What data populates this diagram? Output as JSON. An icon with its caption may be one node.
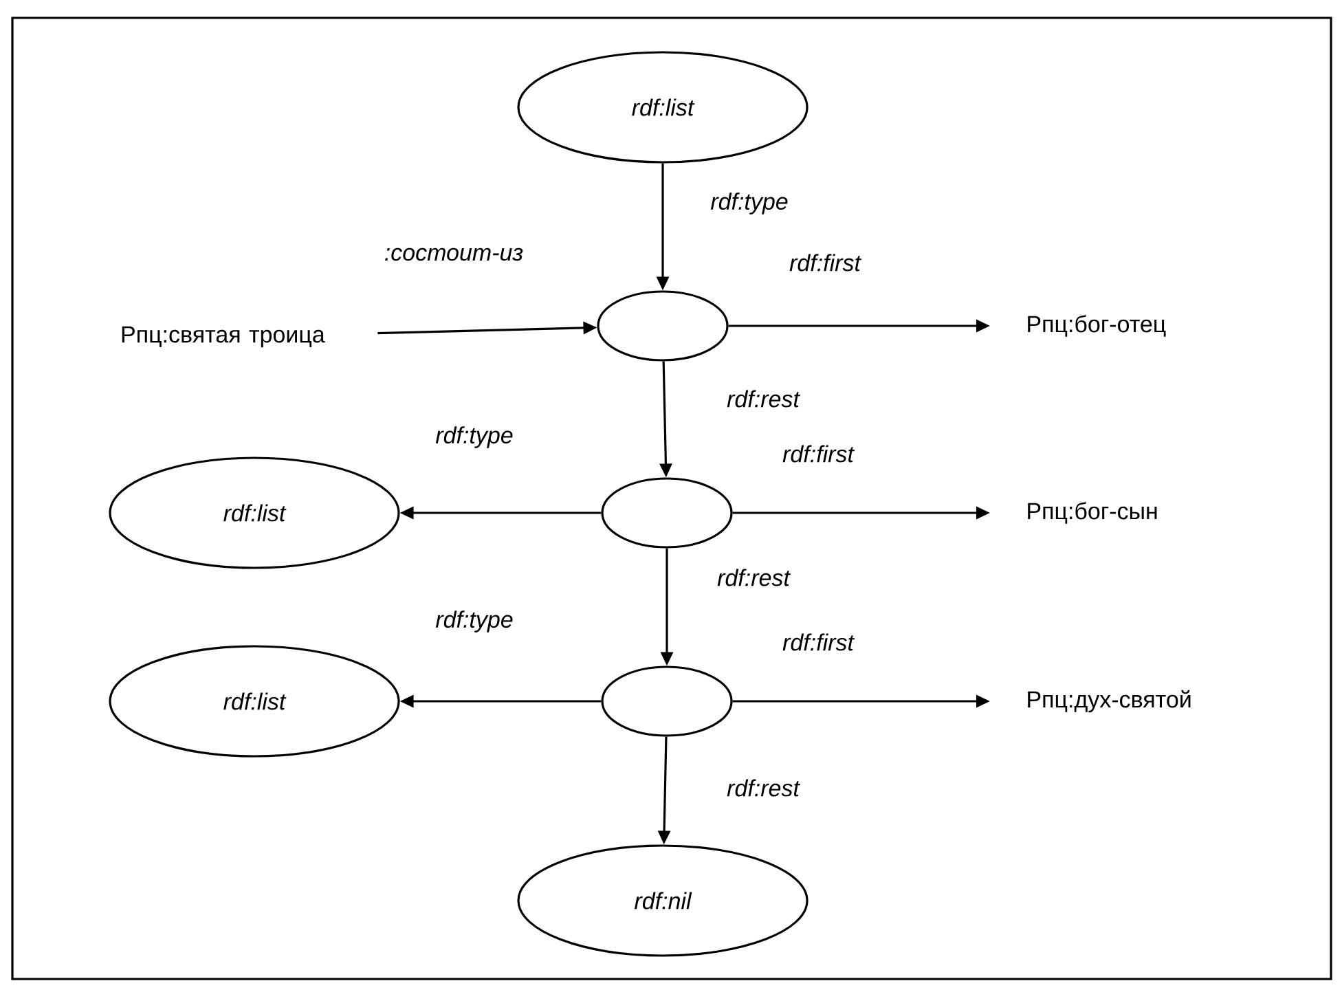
{
  "diagram": {
    "nodes": [
      {
        "text": [
          "rdf:list"
        ]
      },
      {
        "text": [
          "Рпц:святая троица"
        ]
      },
      {
        "text": [],
        "shape": "circle"
      },
      {
        "text": [
          "Рпц:бог-отец"
        ]
      },
      {
        "text": [
          "rdf:list"
        ]
      },
      {
        "text": [],
        "shape": "circle"
      },
      {
        "text": [
          "Рпц:бог-сын"
        ]
      },
      {
        "text": [
          "rdf:list"
        ]
      },
      {
        "text": [],
        "shape": "circle"
      },
      {
        "text": [
          "Рпц:дух-святой"
        ]
      },
      {
        "text": [
          "rdf:nil"
        ]
      }
    ],
    "edges": [
      {
        "from": 0,
        "to": 2,
        "arrow": "to",
        "label": "rdf:type"
      },
      {
        "from": 1,
        "to": 2,
        "arrow": "to",
        "label": ":состоит-из"
      },
      {
        "from": 2,
        "to": 3,
        "arrow": "to",
        "label": "rdf:first"
      },
      {
        "from": 2,
        "to": 5,
        "arrow": "to",
        "label": "rdf:rest"
      },
      {
        "from": 5,
        "to": 4,
        "arrow": "to",
        "label": "rdf:type"
      },
      {
        "from": 5,
        "to": 6,
        "arrow": "to",
        "label": "rdf:first"
      },
      {
        "from": 5,
        "to": 8,
        "arrow": "to",
        "label": "rdf:rest"
      },
      {
        "from": 8,
        "to": 7,
        "arrow": "to",
        "label": "rdf:type"
      },
      {
        "from": 8,
        "to": 9,
        "arrow": "to",
        "label": "rdf:first"
      },
      {
        "from": 8,
        "to": 10,
        "arrow": "to",
        "label": "rdf:rest"
      }
    ]
  }
}
